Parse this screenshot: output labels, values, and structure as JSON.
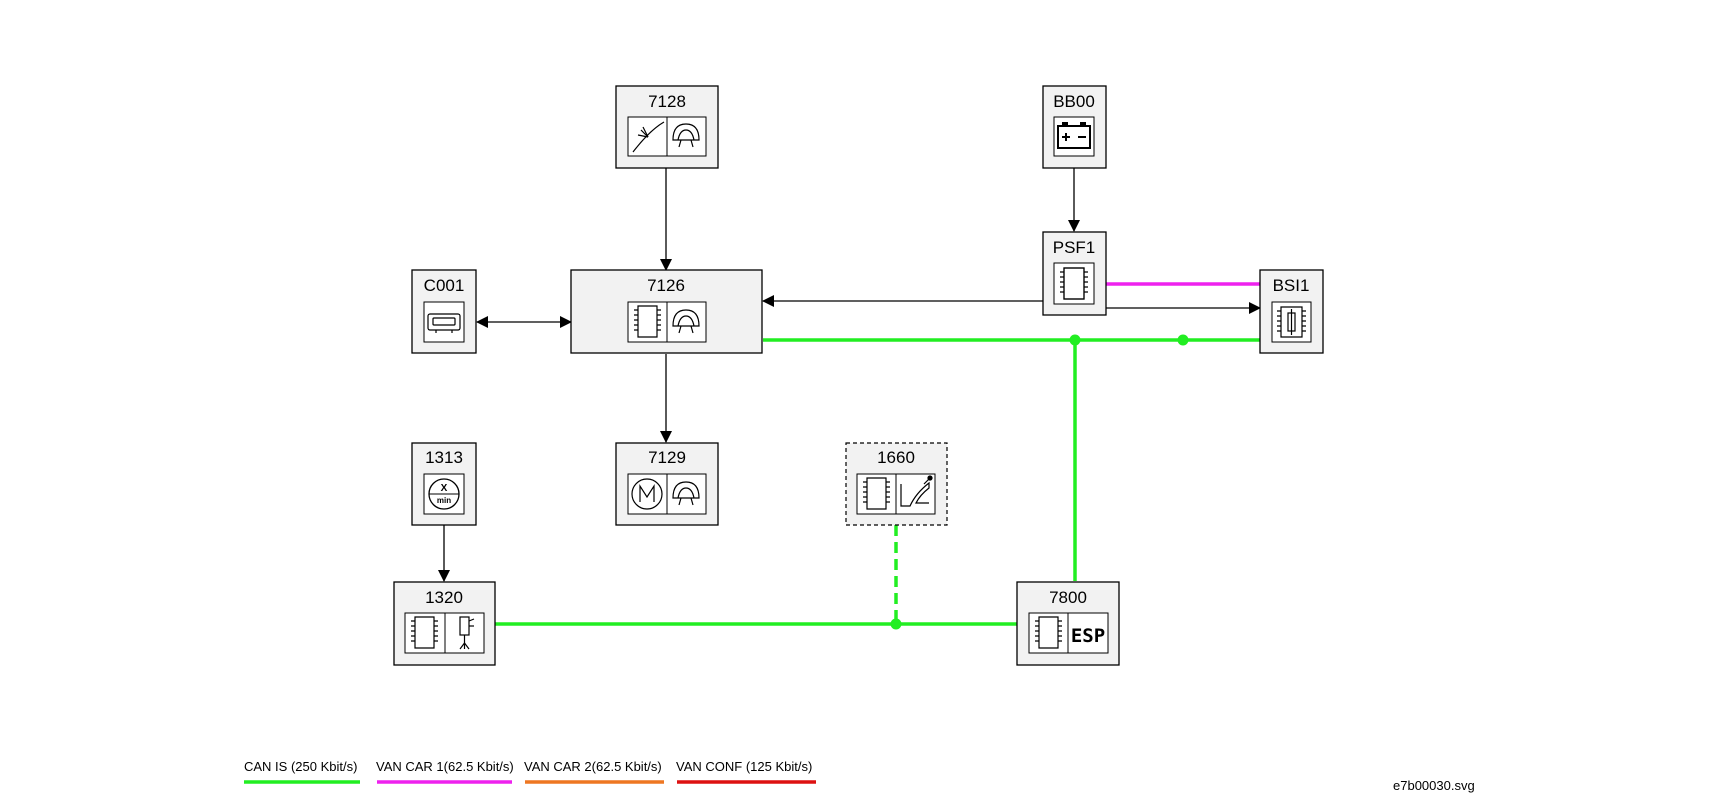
{
  "components": {
    "c7128": {
      "label": "7128",
      "icons": [
        "fuel-gauge-icon",
        "warning-lamp-icon"
      ]
    },
    "cBB00": {
      "label": "BB00",
      "icons": [
        "battery-icon"
      ]
    },
    "cPSF1": {
      "label": "PSF1",
      "icons": [
        "ecu-chip-icon"
      ]
    },
    "cC001": {
      "label": "C001",
      "icons": [
        "diagnostic-connector-icon"
      ]
    },
    "c7126": {
      "label": "7126",
      "icons": [
        "ecu-chip-icon",
        "warning-lamp-icon"
      ]
    },
    "cBSI1": {
      "label": "BSI1",
      "icons": [
        "fuse-box-icon"
      ]
    },
    "c1313": {
      "label": "1313",
      "icons": [
        "rpm-sensor-icon"
      ]
    },
    "c7129": {
      "label": "7129",
      "icons": [
        "motor-icon",
        "warning-lamp-icon"
      ]
    },
    "c1660": {
      "label": "1660",
      "icons": [
        "ecu-chip-icon",
        "horn-icon"
      ]
    },
    "c1320": {
      "label": "1320",
      "icons": [
        "ecu-chip-icon",
        "injector-icon"
      ]
    },
    "c7800": {
      "label": "7800",
      "icons": [
        "ecu-chip-icon",
        "esp-icon"
      ],
      "esp_text": "ESP"
    }
  },
  "legend": [
    {
      "label": "CAN IS (250 Kbit/s)",
      "color": "#22ee22"
    },
    {
      "label": "VAN CAR 1(62.5 Kbit/s)",
      "color": "#ee22ee"
    },
    {
      "label": "VAN CAR 2(62.5 Kbit/s)",
      "color": "#ee7722"
    },
    {
      "label": "VAN CONF (125 Kbit/s)",
      "color": "#dd1111"
    }
  ],
  "colors": {
    "can_is": "#22ee22",
    "van_car1": "#ee22ee",
    "wire": "#000000"
  },
  "footer": {
    "filename": "e7b00030.svg"
  }
}
